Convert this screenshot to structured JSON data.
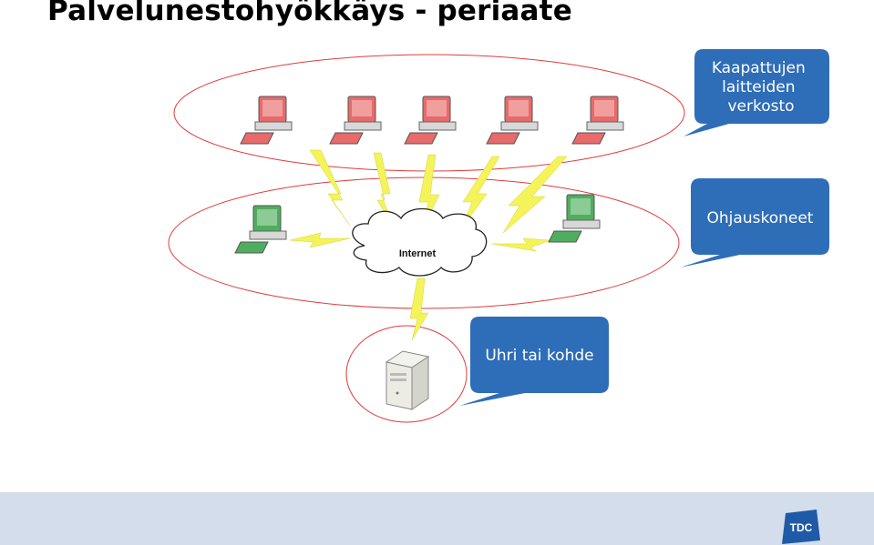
{
  "slide": {
    "title": "Palvelunestohyökkäys - periaate"
  },
  "diagram": {
    "cloud_label": "Internet",
    "callouts": {
      "botnet": [
        "Kaapattujen",
        "laitteiden",
        "verkosto"
      ],
      "controllers": [
        "Ohjauskoneet"
      ],
      "victim": [
        "Uhri tai kohde"
      ]
    }
  },
  "footer": {
    "logo_text": "TDC"
  },
  "colors": {
    "callout_fill": "#2e6db8",
    "ellipse_stroke": "#e03c3c",
    "bot_pc": "#e86a6a",
    "controller_pc": "#4fae5e",
    "lightning": "#f2f03a",
    "footer_band": "#d3ddec",
    "logo_blue": "#1f5aa6"
  }
}
